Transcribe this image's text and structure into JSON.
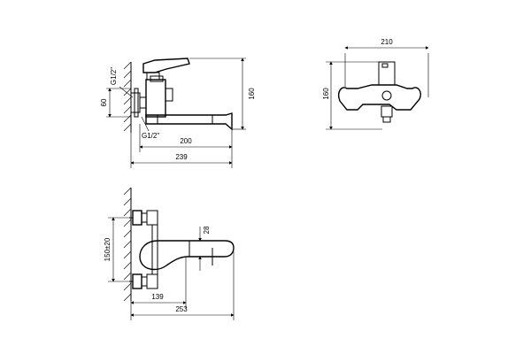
{
  "side_view": {
    "thread_top": "G1/2\"",
    "thread_bottom": "G1/2\"",
    "dim_60": "60",
    "dim_160": "160",
    "dim_200": "200",
    "dim_239": "239"
  },
  "front_view": {
    "dim_210": "210",
    "dim_160": "160"
  },
  "top_view": {
    "dim_150": "150±20",
    "dim_28": "28",
    "dim_139": "139",
    "dim_253": "253"
  }
}
